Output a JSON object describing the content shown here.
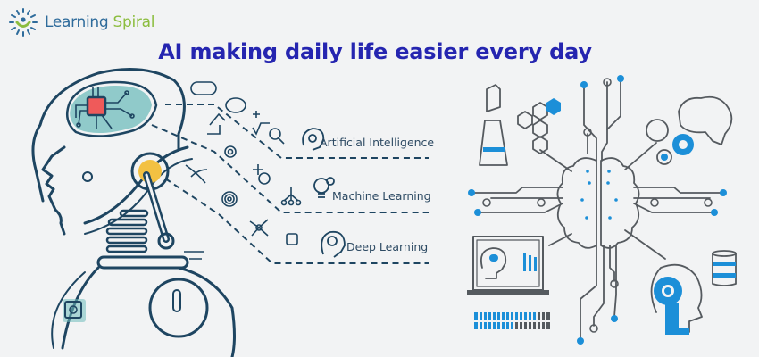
{
  "brand": {
    "name_part1": "Learning",
    "name_part2": "Spiral",
    "icon": "spiral-burst-logo-icon",
    "colors": {
      "primary": "#2e6b9b",
      "accent": "#8cbd3f"
    }
  },
  "headline": "AI making daily life easier every day",
  "headline_color": "#2525b0",
  "left_illustration": {
    "subject": "robot-head-profile",
    "categories": [
      {
        "label": "Artificial Intelligence",
        "icon": "ai-head-icon"
      },
      {
        "label": "Machine Learning",
        "icon": "lightbulb-gear-icon"
      },
      {
        "label": "Deep Learning",
        "icon": "deep-learning-head-icon"
      }
    ],
    "colors": {
      "line": "#1e4561",
      "teal": "#6fbcbc",
      "chip": "#ef5a5a",
      "yellow": "#f3c142"
    }
  },
  "right_illustration": {
    "subject": "circuit-brain",
    "elements": [
      "robotic-arm",
      "hexagon-grid",
      "gears",
      "brain",
      "laptop-dashboard",
      "progress-bars",
      "ai-head",
      "database"
    ],
    "colors": {
      "line": "#555a5f",
      "accent": "#1c8fd8"
    }
  }
}
